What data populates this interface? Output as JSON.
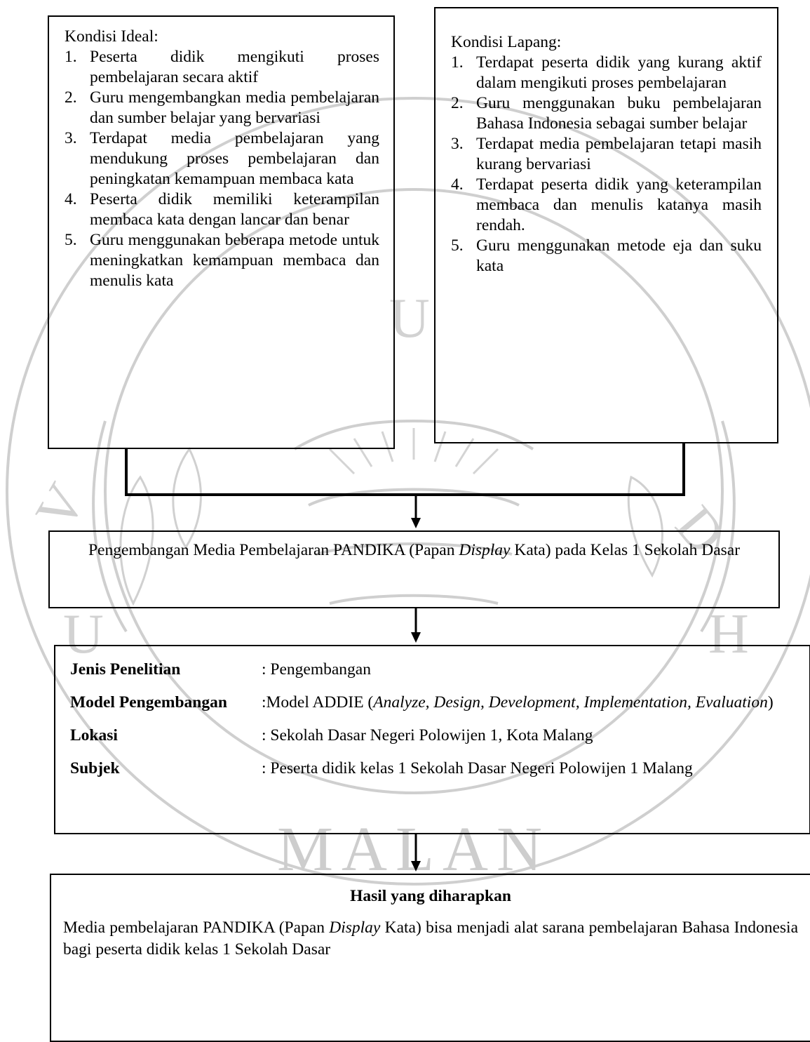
{
  "box_ideal": {
    "title": "Kondisi Ideal:",
    "items": [
      {
        "num": "1.",
        "text": "Peserta didik mengikuti proses pembelajaran secara aktif"
      },
      {
        "num": "2.",
        "text": "Guru mengembangkan media pembelajaran dan sumber belajar yang bervariasi"
      },
      {
        "num": "3.",
        "text": "Terdapat media pembelajaran yang mendukung proses pembelajaran dan peningkatan kemampuan membaca kata"
      },
      {
        "num": "4.",
        "text": "Peserta didik memiliki keterampilan membaca kata dengan lancar dan benar"
      },
      {
        "num": "5.",
        "text": "Guru menggunakan beberapa metode untuk meningkatkan kemampuan membaca dan menulis kata"
      }
    ]
  },
  "box_lapang": {
    "title": "Kondisi Lapang:",
    "items": [
      {
        "num": "1.",
        "text": "Terdapat peserta didik yang kurang aktif dalam mengikuti proses pembelajaran"
      },
      {
        "num": "2.",
        "text": "Guru menggunakan buku pembelajaran Bahasa Indonesia sebagai sumber belajar"
      },
      {
        "num": "3.",
        "text": "Terdapat media pembelajaran tetapi masih kurang bervariasi"
      },
      {
        "num": "4.",
        "text": "Terdapat peserta didik yang keterampilan membaca dan menulis katanya masih rendah."
      },
      {
        "num": "5.",
        "text": "Guru menggunakan metode eja dan suku kata"
      }
    ]
  },
  "box_pengembangan": {
    "text_before": "Pengembangan Media Pembelajaran PANDIKA (Papan ",
    "text_italic": "Display",
    "text_after": " Kata) pada Kelas 1 Sekolah Dasar"
  },
  "box_penelitian": {
    "jenis_label": "Jenis Penelitian",
    "jenis_value": ": Pengembangan",
    "model_label": "Model Pengembangan",
    "model_prefix": ":Model ADDIE (",
    "model_italic": "Analyze, Design, Development, Implementation, Evaluation",
    "model_suffix": ")",
    "lokasi_label": "Lokasi",
    "lokasi_value": ": Sekolah Dasar Negeri Polowijen 1, Kota Malang",
    "subjek_label": "Subjek",
    "subjek_value": ": Peserta didik kelas 1 Sekolah Dasar Negeri Polowijen 1 Malang"
  },
  "box_hasil": {
    "title": "Hasil yang diharapkan",
    "text_before": "Media pembelajaran PANDIKA (Papan ",
    "text_italic": "Display",
    "text_after": " Kata) bisa menjadi alat sarana pembelajaran Bahasa Indonesia bagi peserta didik kelas 1 Sekolah Dasar"
  },
  "watermark": {
    "text_bottom": "MALAN",
    "color": "#c9c9c9"
  }
}
